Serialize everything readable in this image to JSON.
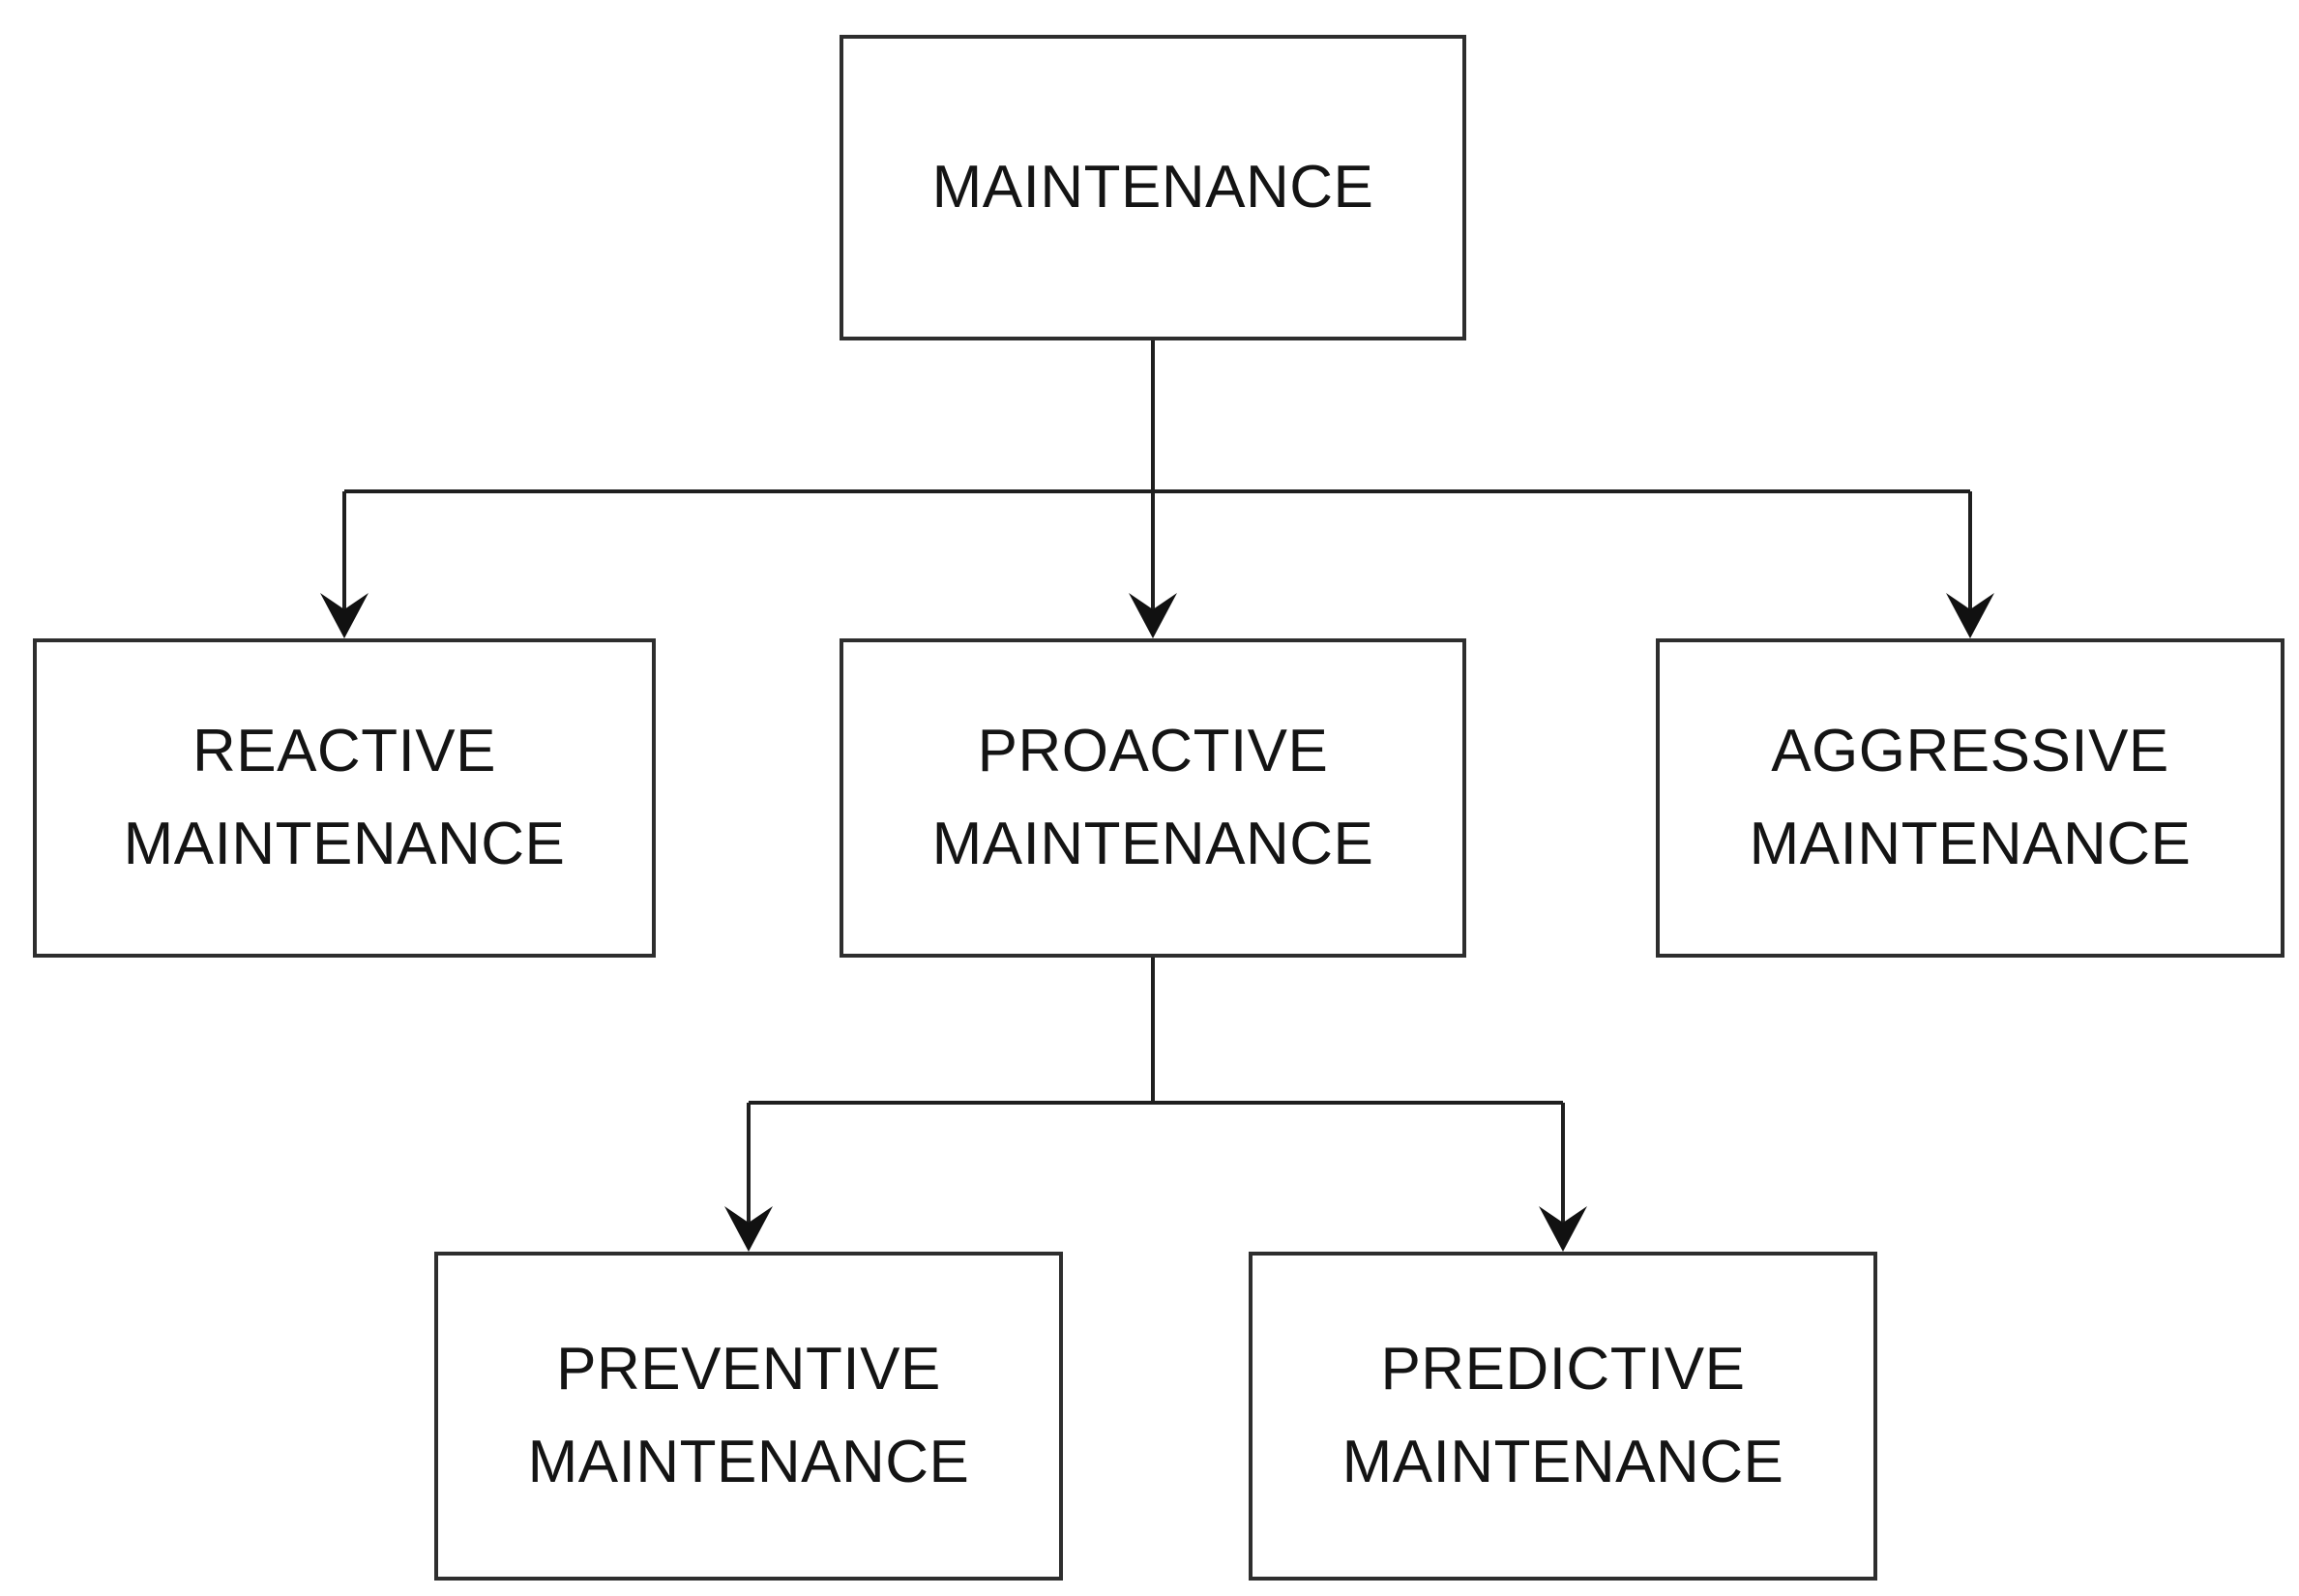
{
  "diagram": {
    "type": "flowchart",
    "background_color": "#ffffff",
    "line_color": "#1f1f1f",
    "box_border_color": "#2e2e2e",
    "text_color": "#141414",
    "nodes": [
      {
        "id": "maintenance",
        "label": "MAINTENANCE",
        "level": 1
      },
      {
        "id": "reactive-maintenance",
        "label": "REACTIVE\nMAINTENANCE",
        "level": 2
      },
      {
        "id": "proactive-maintenance",
        "label": "PROACTIVE\nMAINTENANCE",
        "level": 2
      },
      {
        "id": "aggressive-maintenance",
        "label": "AGGRESSIVE\nMAINTENANCE",
        "level": 2
      },
      {
        "id": "preventive-maintenance",
        "label": "PREVENTIVE\nMAINTENANCE",
        "level": 3
      },
      {
        "id": "predictive-maintenance",
        "label": "PREDICTIVE\nMAINTENANCE",
        "level": 3
      }
    ],
    "edges": [
      {
        "from": "maintenance",
        "to": "reactive-maintenance"
      },
      {
        "from": "maintenance",
        "to": "proactive-maintenance"
      },
      {
        "from": "maintenance",
        "to": "aggressive-maintenance"
      },
      {
        "from": "proactive-maintenance",
        "to": "preventive-maintenance"
      },
      {
        "from": "proactive-maintenance",
        "to": "predictive-maintenance"
      }
    ]
  }
}
